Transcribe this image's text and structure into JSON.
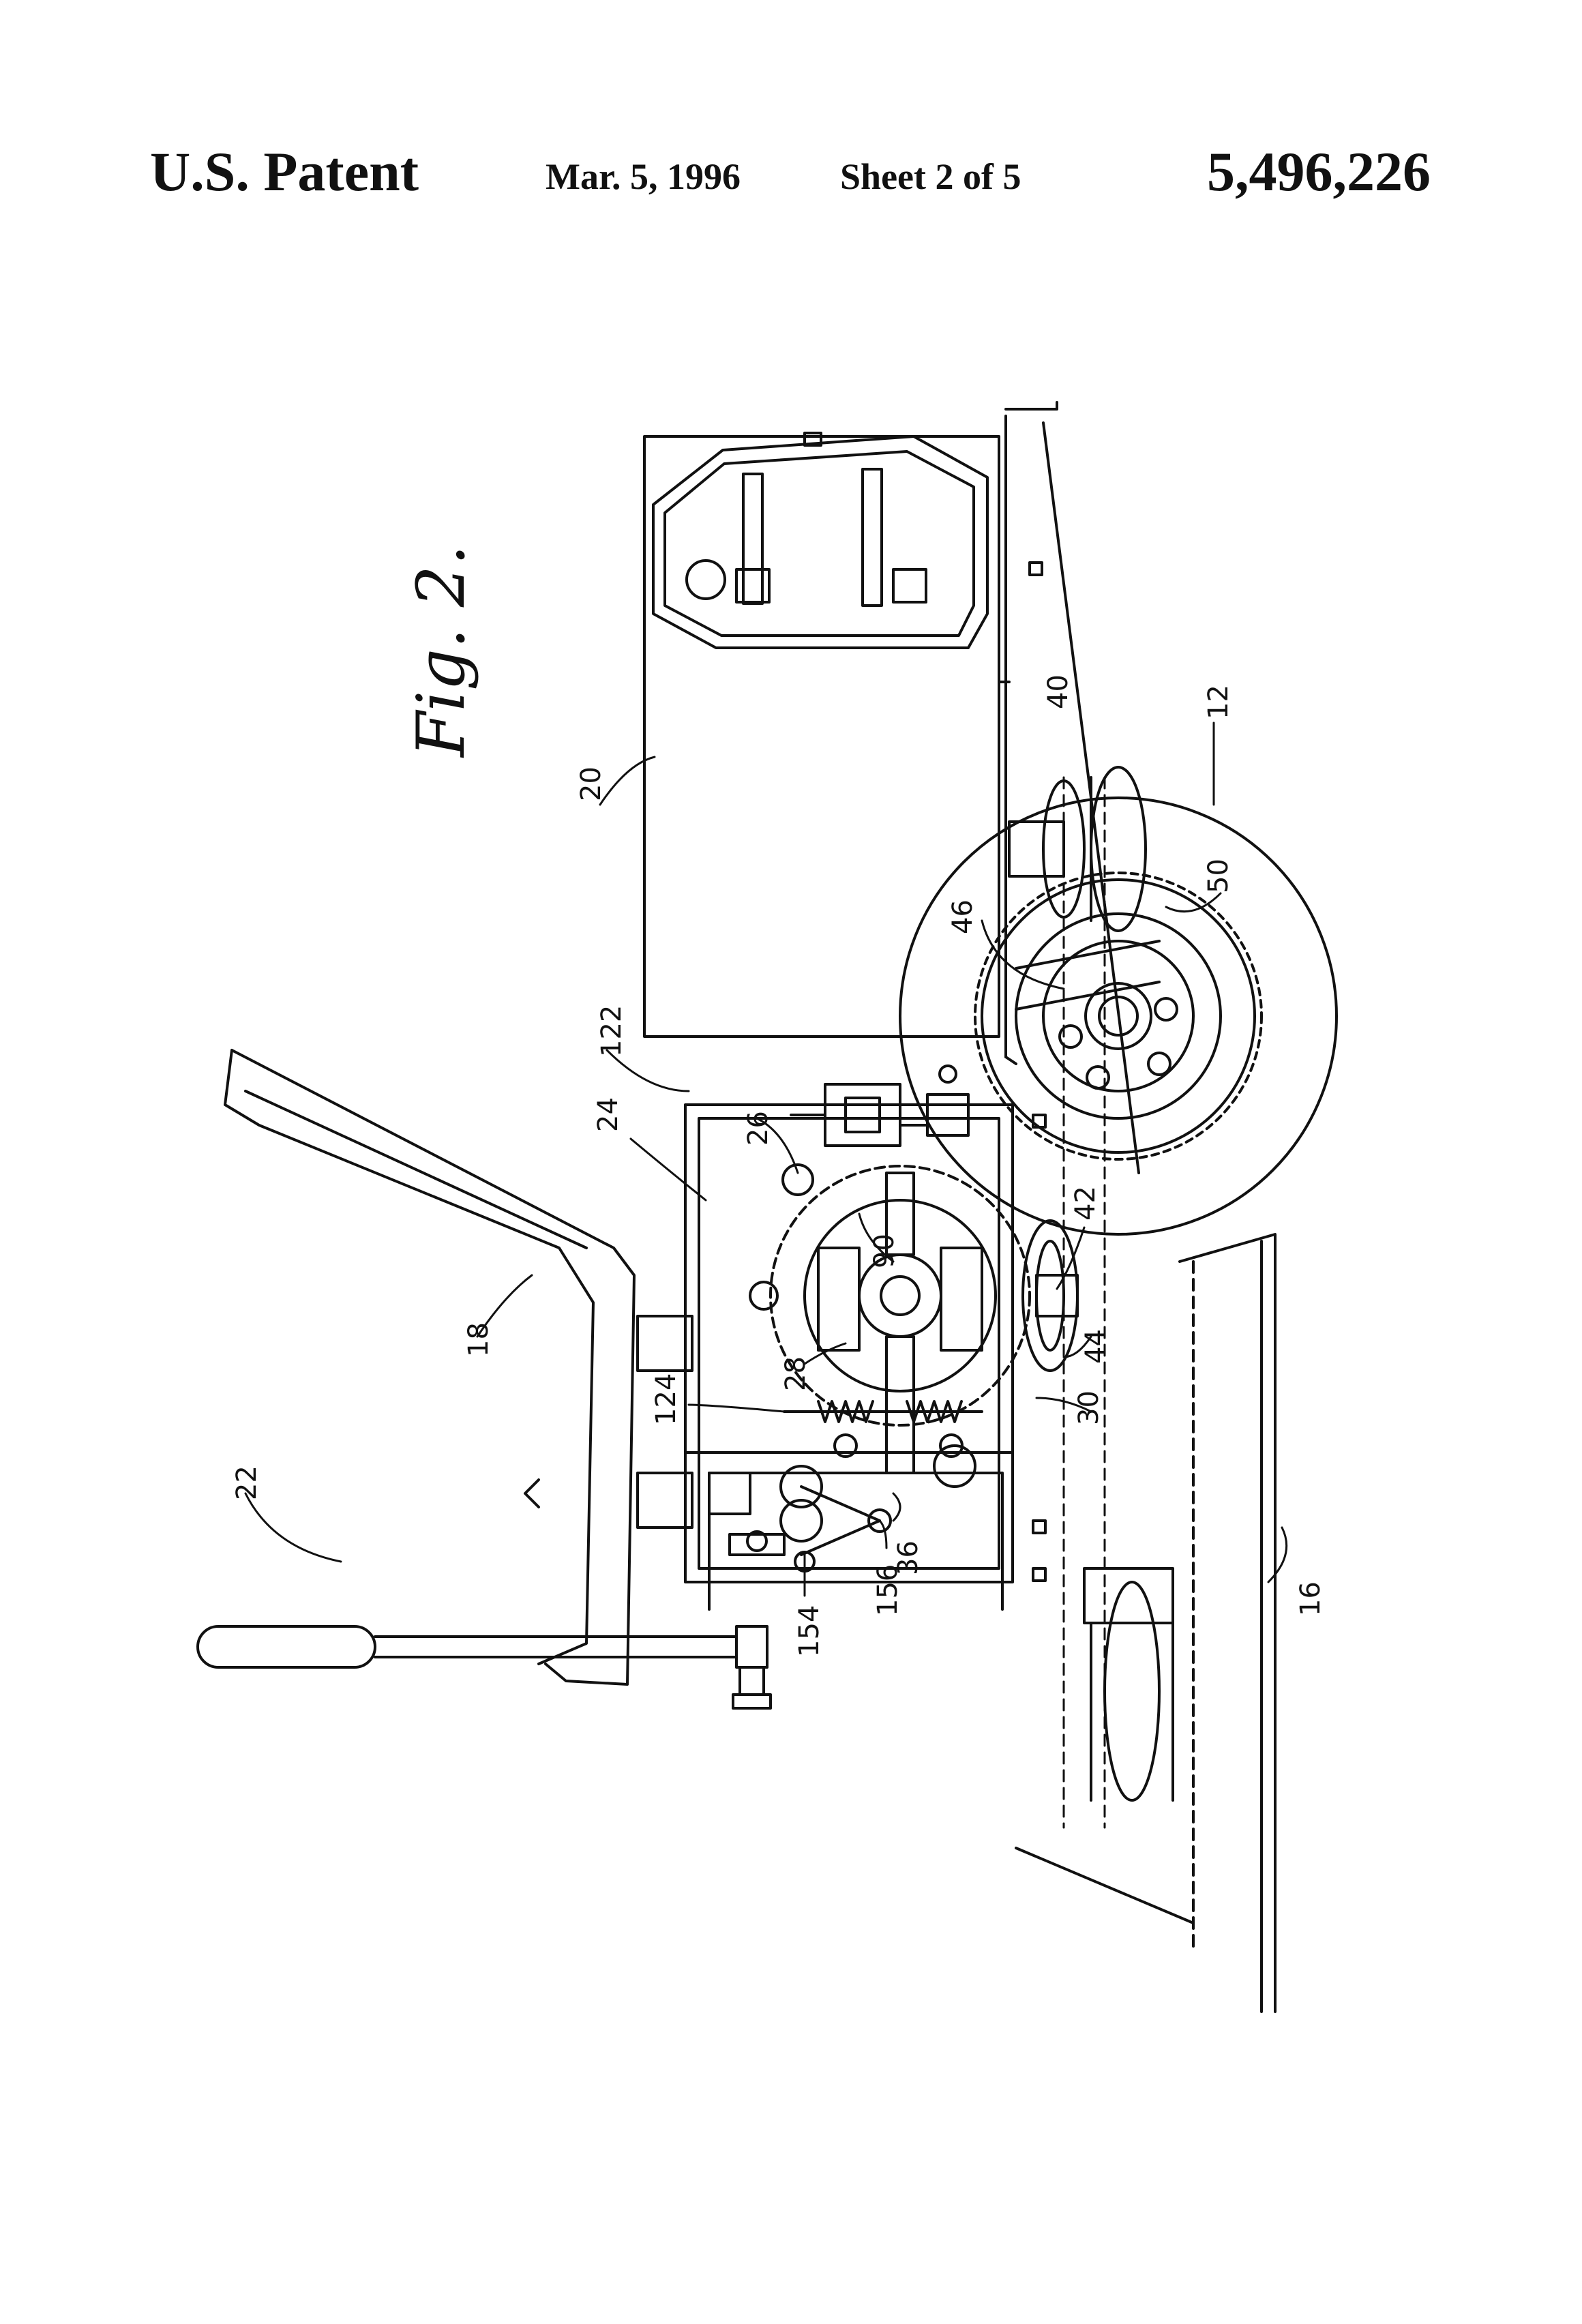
{
  "header": {
    "patent_label": "U.S. Patent",
    "date": "Mar. 5, 1996",
    "sheet": "Sheet 2 of 5",
    "patent_number": "5,496,226"
  },
  "figure": {
    "label": "Fig. 2.",
    "reference_numerals": {
      "r12": "12",
      "r16": "16",
      "r18": "18",
      "r20": "20",
      "r22": "22",
      "r24": "24",
      "r26": "26",
      "r28": "28",
      "r30": "30",
      "r36": "36",
      "r40": "40",
      "r42": "42",
      "r44": "44",
      "r46": "46",
      "r50": "50",
      "r90": "90",
      "r122": "122",
      "r124": "124",
      "r154": "154",
      "r156": "156"
    }
  }
}
